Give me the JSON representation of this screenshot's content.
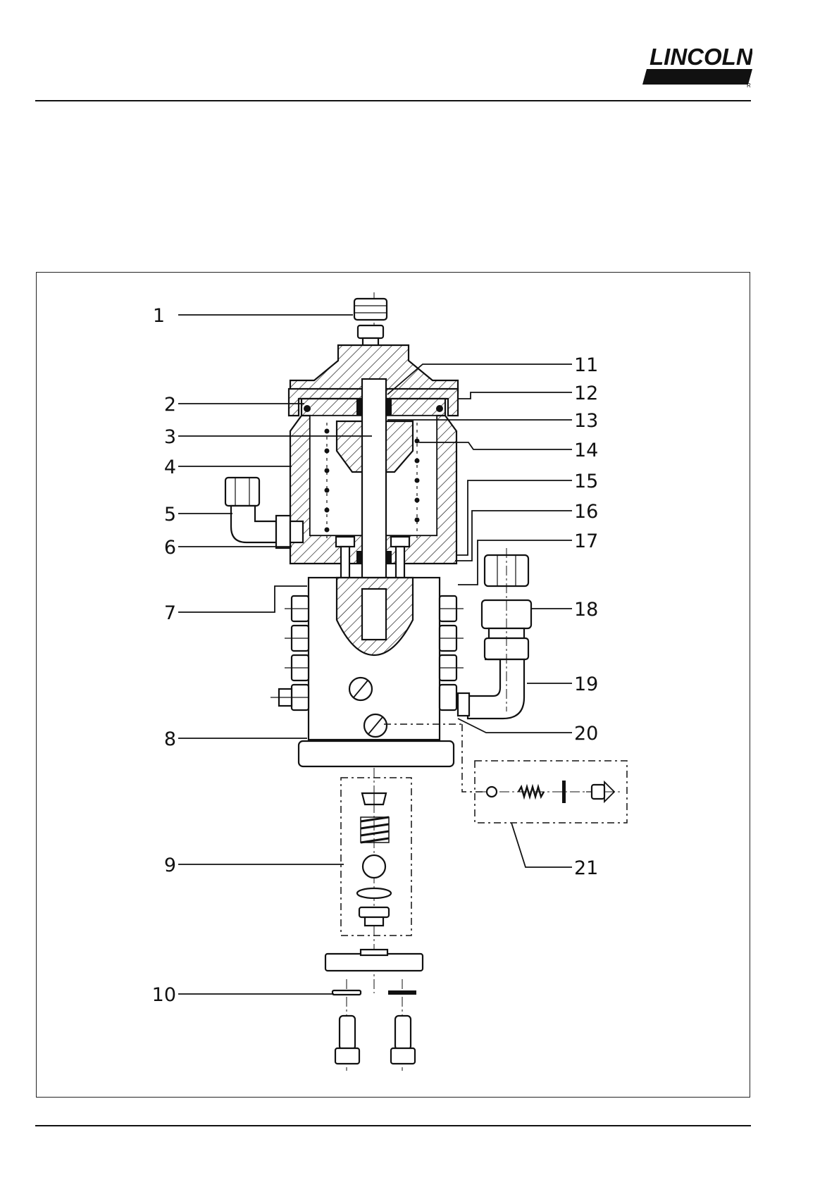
{
  "header": {
    "brand": "LINCOLN",
    "registered_mark": "R"
  },
  "figure": {
    "callouts": [
      {
        "id": "c1",
        "label": "1"
      },
      {
        "id": "c2",
        "label": "2"
      },
      {
        "id": "c3",
        "label": "3"
      },
      {
        "id": "c4",
        "label": "4"
      },
      {
        "id": "c5",
        "label": "5"
      },
      {
        "id": "c6",
        "label": "6"
      },
      {
        "id": "c7",
        "label": "7"
      },
      {
        "id": "c8",
        "label": "8"
      },
      {
        "id": "c9",
        "label": "9"
      },
      {
        "id": "c10",
        "label": "10"
      },
      {
        "id": "c11",
        "label": "11"
      },
      {
        "id": "c12",
        "label": "12"
      },
      {
        "id": "c13",
        "label": "13"
      },
      {
        "id": "c14",
        "label": "14"
      },
      {
        "id": "c15",
        "label": "15"
      },
      {
        "id": "c16",
        "label": "16"
      },
      {
        "id": "c17",
        "label": "17"
      },
      {
        "id": "c18",
        "label": "18"
      },
      {
        "id": "c19",
        "label": "19"
      },
      {
        "id": "c20",
        "label": "20"
      },
      {
        "id": "c21",
        "label": "21"
      }
    ]
  }
}
